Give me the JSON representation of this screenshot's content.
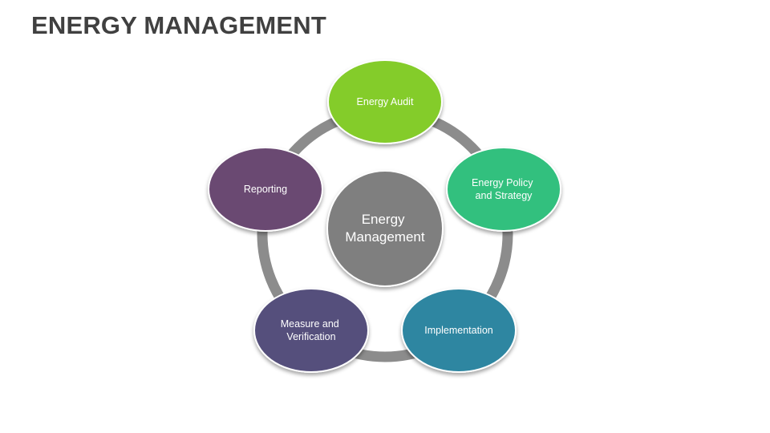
{
  "title": "ENERGY MANAGEMENT",
  "center": {
    "lines": [
      "Energy",
      "Management"
    ],
    "color": "#7f7f7f"
  },
  "ring_color": "#8c8c8c",
  "nodes": [
    {
      "id": "energy-audit",
      "lines": [
        "Energy Audit"
      ],
      "color": "#84cc2a"
    },
    {
      "id": "energy-policy",
      "lines": [
        "Energy Policy",
        "and Strategy"
      ],
      "color": "#30c07e"
    },
    {
      "id": "implementation",
      "lines": [
        "Implementation"
      ],
      "color": "#2e86a1"
    },
    {
      "id": "measure-verification",
      "lines": [
        "Measure and",
        "Verification"
      ],
      "color": "#54507c"
    },
    {
      "id": "reporting",
      "lines": [
        "Reporting"
      ],
      "color": "#6b4a72"
    }
  ]
}
